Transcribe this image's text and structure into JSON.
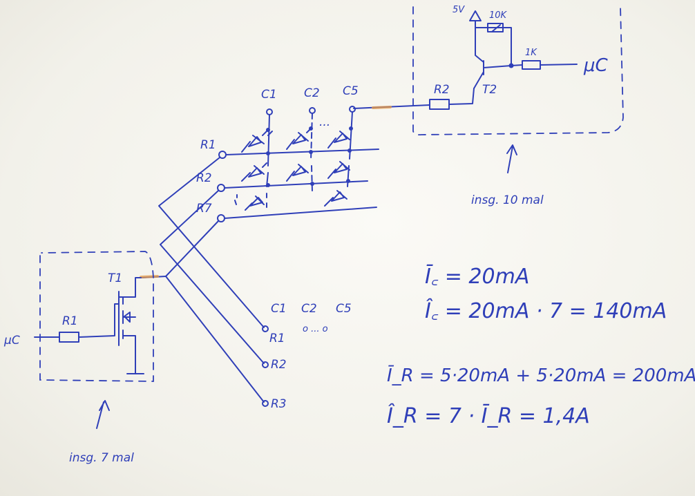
{
  "labels": {
    "supply": "5V",
    "res_10k": "10K",
    "res_1k": "1K",
    "uc_right": "μC",
    "uc_left": "μC",
    "r2_base": "R2",
    "t2": "T2",
    "t1": "T1",
    "r1_gate": "R1",
    "col1": "C1",
    "col2": "C2",
    "col5": "C5",
    "row1": "R1",
    "row2": "R2",
    "row7": "R7",
    "dots_top": "...",
    "bc1": "C1",
    "bc2": "C2",
    "bc5": "C5",
    "bdots": "o ... o",
    "br1": "R1",
    "br2": "R2",
    "br3": "R3",
    "note_t2": "insg. 10 mal",
    "note_t1": "insg. 7 mal"
  },
  "equations": {
    "ic_avg": "Ī꜀ = 20mA",
    "ic_peak": "Î꜀ = 20mA · 7 = 140mA",
    "ir_avg": "Ī_R = 5·20mA + 5·20mA = 200mA",
    "ir_peak": "Î_R = 7 · Ī_R = 1,4A"
  },
  "colors": {
    "ink": "#2f3fb8",
    "paper": "#f4f3ee",
    "highlight": "#e39a4a"
  }
}
